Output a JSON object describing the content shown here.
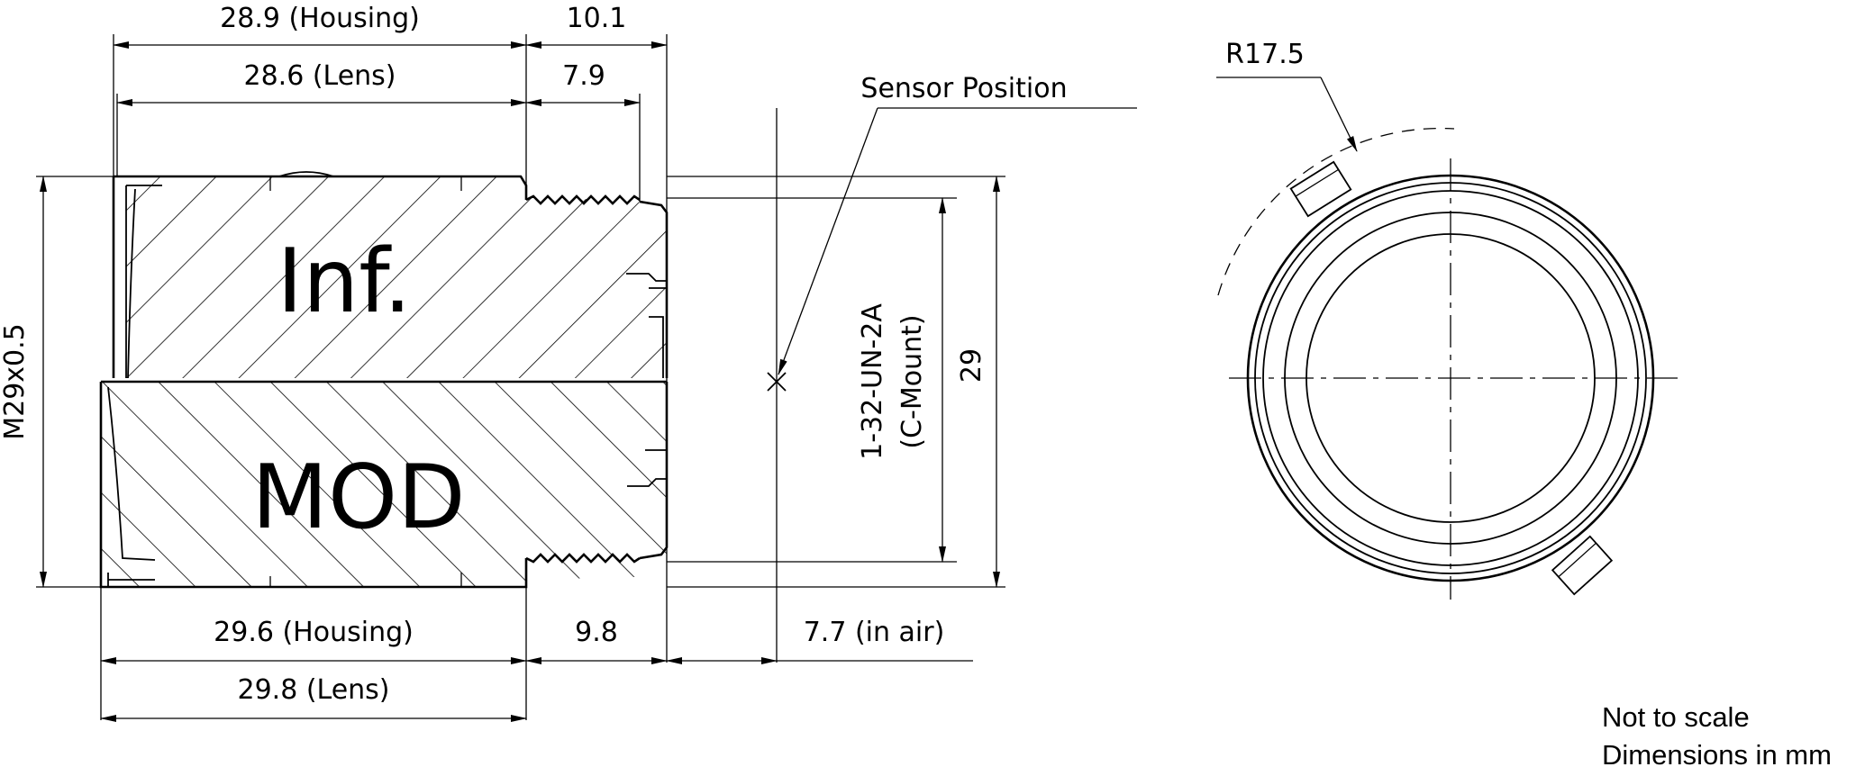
{
  "side_view": {
    "top_dims": {
      "housing_inf": "28.9 (Housing)",
      "lens_inf": "28.6 (Lens)",
      "mount_outer_inf": "10.1",
      "mount_inner_inf": "7.9"
    },
    "bottom_dims": {
      "housing_mod": "29.6 (Housing)",
      "lens_mod": "29.8 (Lens)",
      "mount_mod": "9.8",
      "air_gap": "7.7 (in air)"
    },
    "left_dim": "M29x0.5",
    "right_dims": {
      "thread_line1": "1-32-UN-2A",
      "thread_line2": "(C-Mount)",
      "diameter": "29"
    },
    "sensor_label": "Sensor Position",
    "focus_labels": {
      "infinity": "Inf.",
      "mod": "MOD"
    }
  },
  "front_view": {
    "radius_label": "R17.5"
  },
  "notes": {
    "line1": "Not to scale",
    "line2": "Dimensions in mm"
  }
}
